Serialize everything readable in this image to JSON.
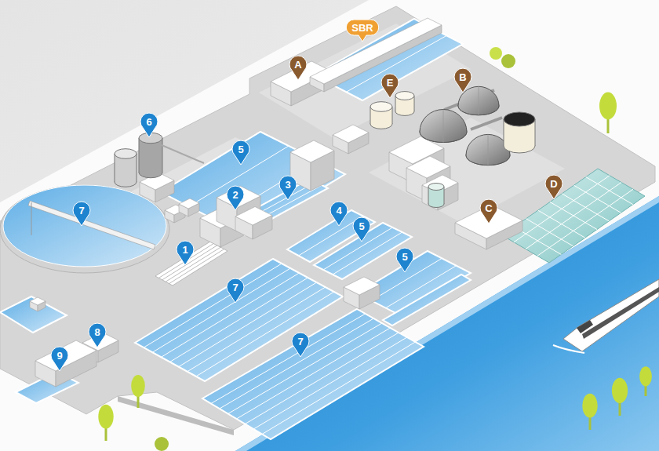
{
  "diagram": {
    "labels": [
      "SBR",
      "A",
      "B",
      "E",
      "6",
      "5",
      "D",
      "3",
      "2",
      "C",
      "7",
      "4",
      "5",
      "1",
      "5",
      "7",
      "8",
      "7",
      "9"
    ]
  }
}
